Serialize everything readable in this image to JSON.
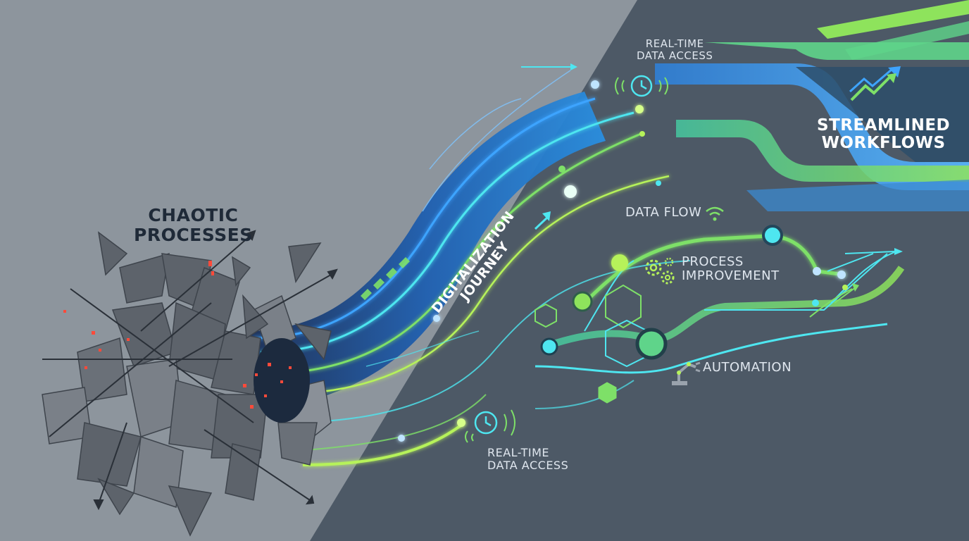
{
  "labels": {
    "chaotic_line1": "CHAOTIC",
    "chaotic_line2": "PROCESSES",
    "journey_line1": "DIGITALIZATION",
    "journey_line2": "JOURNEY",
    "rtda_top_line1": "REAL-TIME",
    "rtda_top_line2": "DATA ACCESS",
    "streamlined_line1": "STREAMLINED",
    "streamlined_line2": "WORKFLOWS",
    "data_flow": "DATA FLOW",
    "process_line1": "PROCESS",
    "process_line2": "IMPROVEMENT",
    "automation": "AUTOMATION",
    "rtda_bottom_line1": "REAL-TIME",
    "rtda_bottom_line2": "DATA ACCESS"
  },
  "colors": {
    "left_bg": "#8d959d",
    "right_bg": "#4d5966",
    "blue": "#3ea4ff",
    "cyan": "#4ee6f0",
    "green": "#7ee068",
    "lime": "#b6f25a",
    "shard": "#5a6069",
    "red_spark": "#ff4a3a"
  },
  "icons": [
    "clock-icon",
    "wifi-icon",
    "gear-icon",
    "robot-arm-icon",
    "trend-arrow-icon"
  ]
}
